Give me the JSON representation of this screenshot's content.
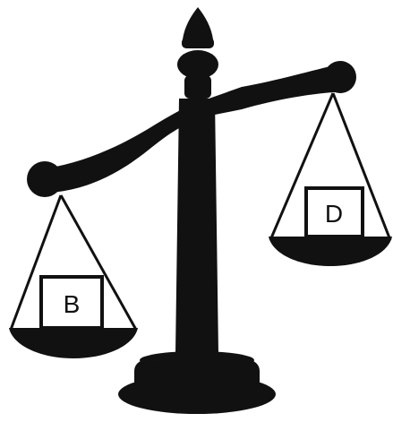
{
  "colors": {
    "background": "#ffffff",
    "ink": "#111111",
    "box_fill": "#ffffff"
  },
  "weights": {
    "left": {
      "label": "B"
    },
    "right": {
      "label": "D"
    }
  },
  "balance": {
    "heavier_side": "left"
  }
}
